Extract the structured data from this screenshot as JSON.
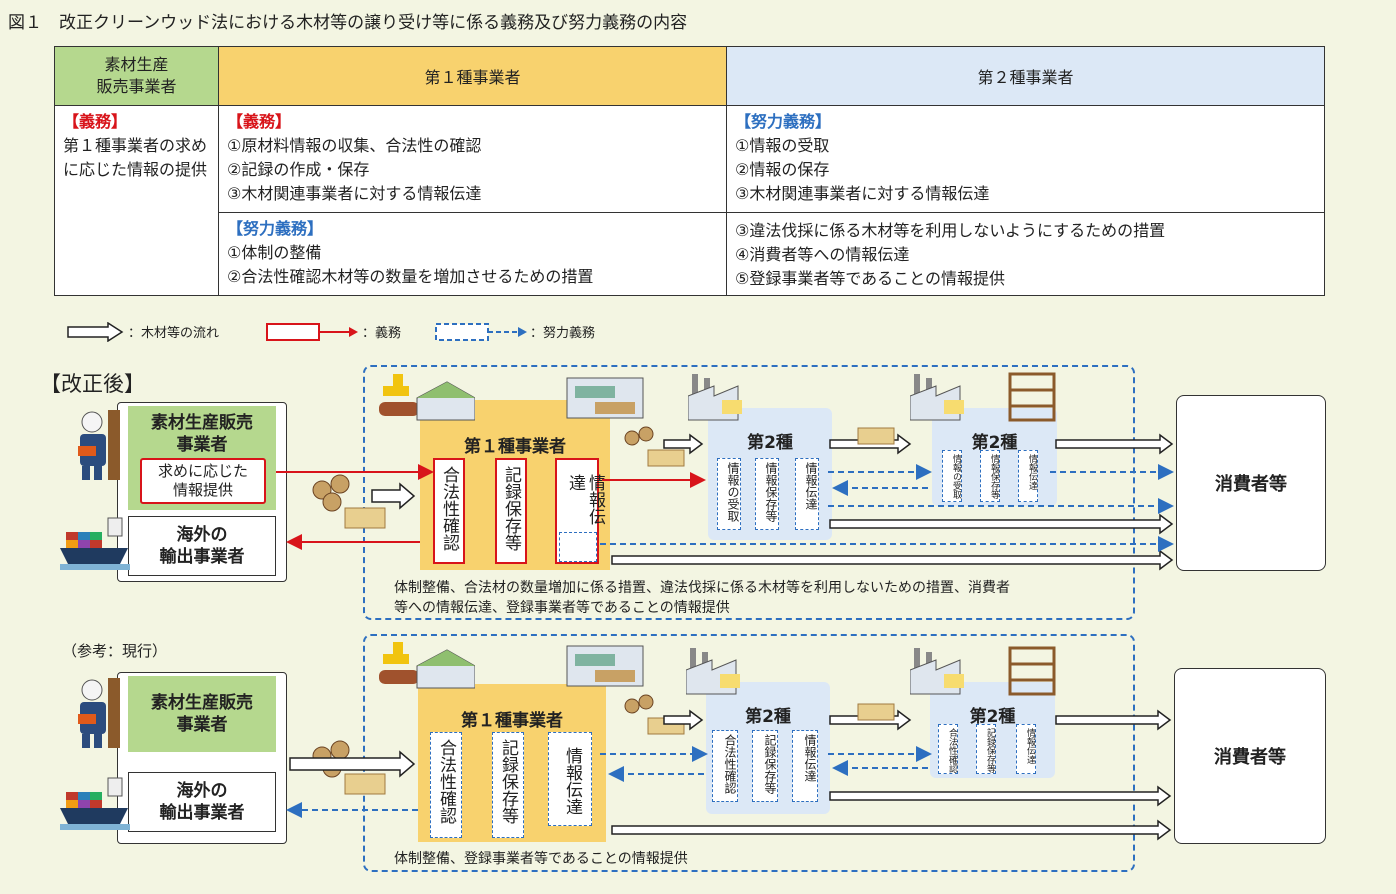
{
  "title": "図１　改正クリーンウッド法における木材等の譲り受け等に係る義務及び努力義務の内容",
  "table": {
    "headers": [
      "素材生産\n販売事業者",
      "第１種事業者",
      "第２種事業者"
    ],
    "col1": {
      "tag": "【義務】",
      "text": "第１種事業者の求めに応じた情報の提供"
    },
    "col2_duty": {
      "tag": "【義務】",
      "items": [
        "①原材料情報の収集、合法性の確認",
        "②記録の作成・保存",
        "③木材関連事業者に対する情報伝達"
      ]
    },
    "col2_effort": {
      "tag": "【努力義務】",
      "items": [
        "①体制の整備",
        "②合法性確認木材等の数量を増加させるための措置"
      ]
    },
    "col3_effort": {
      "tag": "【努力義務】",
      "items": [
        "①情報の受取",
        "②情報の保存",
        "③木材関連事業者に対する情報伝達"
      ]
    },
    "col3_effort_more": [
      "③違法伐採に係る木材等を利用しないようにするための措置",
      "④消費者等への情報伝達",
      "⑤登録事業者等であることの情報提供"
    ]
  },
  "legend": {
    "flow": "：木材等の流れ",
    "duty": "：義務",
    "effort": "：努力義務"
  },
  "after": {
    "section_title": "【改正後】",
    "producer": "素材生産販売\n事業者",
    "producer_sub": "求めに応じた\n情報提供",
    "exporter": "海外の\n輸出事業者",
    "type1": "第１種事業者",
    "type1_boxes": [
      "合法性確認",
      "記録保存等",
      "情報伝達"
    ],
    "type2a": "第2種",
    "type2a_boxes": [
      "情報の受取",
      "情報保存等",
      "情報伝達"
    ],
    "type2b": "第2種",
    "type2b_boxes": [
      "情報の受取",
      "情報保存等",
      "情報伝達"
    ],
    "consumer": "消費者等",
    "note": "体制整備、合法材の数量増加に係る措置、違法伐採に係る木材等を利用しないための措置、消費者\n等への情報伝達、登録事業者等であることの情報提供"
  },
  "current": {
    "section_title": "（参考：現行）",
    "producer": "素材生産販売\n事業者",
    "exporter": "海外の\n輸出事業者",
    "type1": "第１種事業者",
    "type1_boxes": [
      "合法性確認",
      "記録保存等",
      "情報伝達"
    ],
    "type2a": "第2種",
    "type2a_boxes": [
      "合法性確認",
      "記録保存等",
      "情報伝達"
    ],
    "type2b": "第2種",
    "type2b_boxes": [
      "合法性確認",
      "記録保存等",
      "情報伝達"
    ],
    "consumer": "消費者等",
    "note": "体制整備、登録事業者等であることの情報提供"
  },
  "colors": {
    "green": "#b5d88e",
    "yellow": "#f8d26e",
    "lightblue": "#dce8f6",
    "red": "#d8141a",
    "blue": "#2d6fc0"
  }
}
